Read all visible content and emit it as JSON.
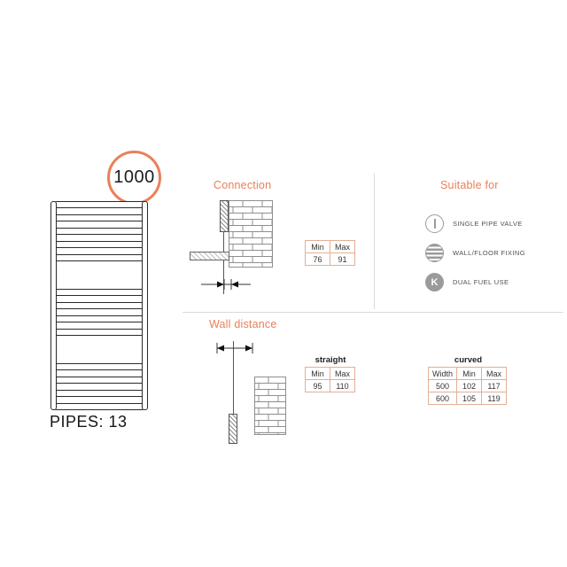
{
  "colors": {
    "accent": "#E8805C",
    "table_border": "#E2B095",
    "icon_gray": "#9B9B9B"
  },
  "badge": {
    "value": "1000"
  },
  "radiator": {
    "pipes_label": "PIPES: 13",
    "pipes_count": 13
  },
  "connection": {
    "title": "Connection",
    "table": {
      "headers": [
        "Min",
        "Max"
      ],
      "values": [
        "76",
        "91"
      ]
    }
  },
  "suitable_for": {
    "title": "Suitable for",
    "items": [
      {
        "icon": "single-pipe-valve-icon",
        "label": "SINGLE PIPE VALVE"
      },
      {
        "icon": "wall-floor-fixing-icon",
        "label": "WALL/FLOOR FIXING"
      },
      {
        "icon": "dual-fuel-icon",
        "letter": "K",
        "label": "DUAL FUEL USE"
      }
    ]
  },
  "wall_distance": {
    "title": "Wall distance",
    "straight": {
      "label": "straight",
      "headers": [
        "Min",
        "Max"
      ],
      "values": [
        "95",
        "110"
      ]
    },
    "curved": {
      "label": "curved",
      "headers": [
        "Width",
        "Min",
        "Max"
      ],
      "rows": [
        [
          "500",
          "102",
          "117"
        ],
        [
          "600",
          "105",
          "119"
        ]
      ]
    }
  }
}
